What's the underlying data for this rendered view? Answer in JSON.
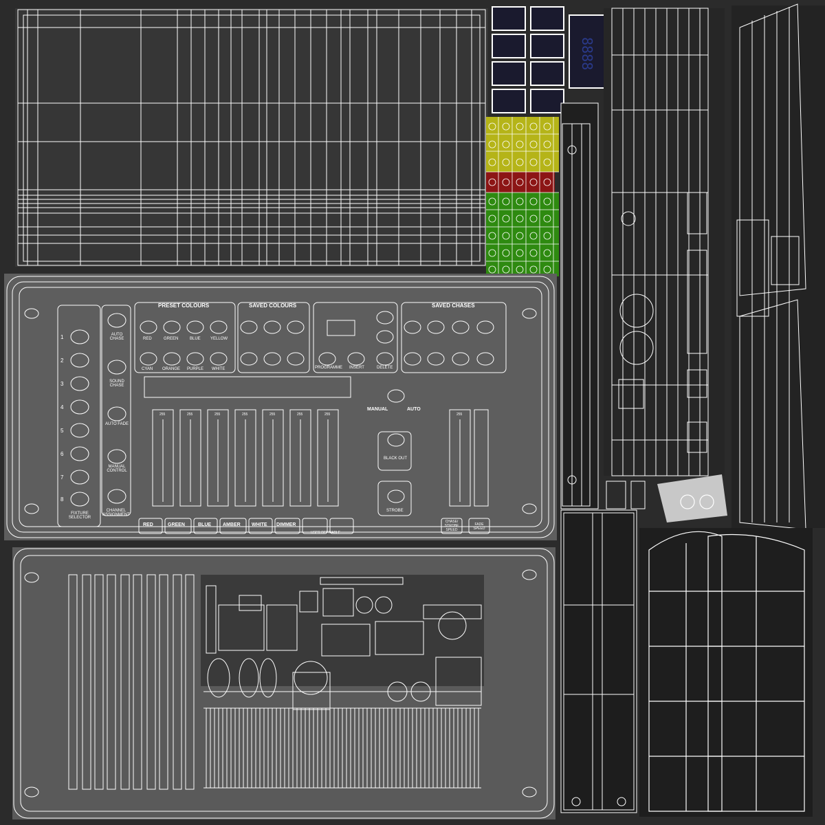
{
  "colors": {
    "background": "#2b2b2b",
    "panel_dark": "#333333",
    "panel_grey": "#5a5a5a",
    "panel_light": "#6e6e6e",
    "wire": "#ffffff",
    "led_yellow": "#b5b418",
    "led_red": "#8c1515",
    "led_green": "#2e8a10",
    "display_bg": "#1a1a2e",
    "display_frame": "#ffffff"
  },
  "console": {
    "preset_header": "PRESET COLOURS",
    "saved_colours_header": "SAVED COLOURS",
    "saved_chases_header": "SAVED CHASES",
    "preset_row1": [
      "RED",
      "GREEN",
      "BLUE",
      "YELLOW"
    ],
    "preset_row2": [
      "CYAN",
      "ORANGE",
      "PURPLE",
      "WHITE"
    ],
    "side_buttons": [
      "AUTO CHASE",
      "SOUND CHASE",
      "AUTO FADE",
      "MANUAL CONTROL",
      "CHANNEL ASSIGNMENT"
    ],
    "channel_numbers": [
      "1",
      "2",
      "3",
      "4",
      "5",
      "6",
      "7",
      "8"
    ],
    "fixture_selector": "FIXTURE SELECTOR",
    "manual_label": "MANUAL",
    "auto_label": "AUTO",
    "blackout_label": "BLACK OUT",
    "strobe_label": "STROBE",
    "fader_value": "255",
    "bottom_buttons": [
      "RED",
      "GREEN",
      "BLUE",
      "AMBER",
      "WHITE",
      "DIMMER"
    ],
    "user_definable": "USER DEFINABLE",
    "chase_speed": "CHASE/ STROBE SPEED",
    "fade_speed": "FADE SPEED",
    "programme_label": "PROGRAMME",
    "insert_label": "INSERT",
    "delete_label": "DELETE"
  },
  "display": {
    "digits": "8888"
  }
}
